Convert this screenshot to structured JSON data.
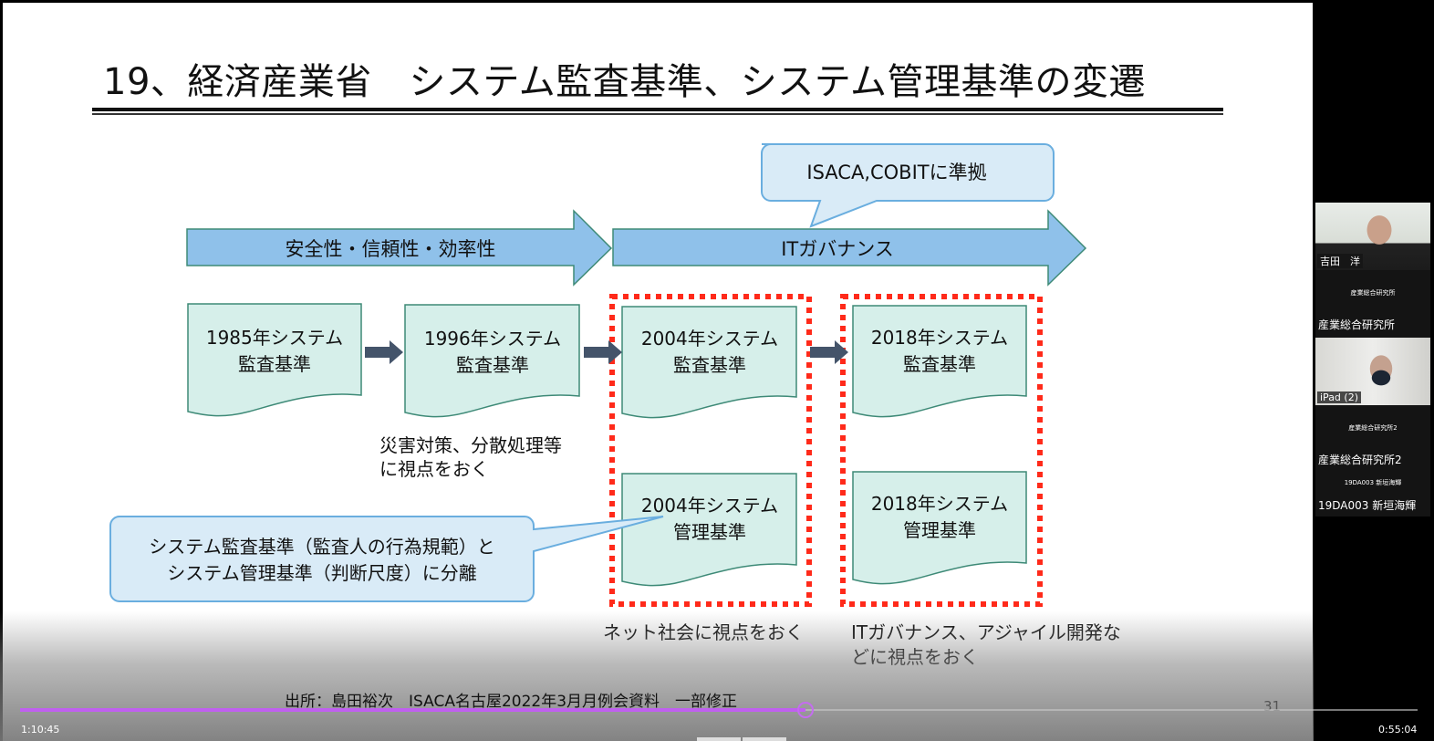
{
  "slide": {
    "title": "19、経済産業省　システム監査基準、システム管理基準の変遷",
    "callout_top": "ISACA,COBITに準拠",
    "arrows": [
      {
        "label": "安全性・信頼性・効率性"
      },
      {
        "label": "ITガバナンス"
      }
    ],
    "documents": {
      "d1985": {
        "line1": "1985年システム",
        "line2": "監査基準"
      },
      "d1996": {
        "line1": "1996年システム",
        "line2": "監査基準"
      },
      "d2004a": {
        "line1": "2004年システム",
        "line2": "監査基準"
      },
      "d2018a": {
        "line1": "2018年システム",
        "line2": "監査基準"
      },
      "d2004m": {
        "line1": "2004年システム",
        "line2": "管理基準"
      },
      "d2018m": {
        "line1": "2018年システム",
        "line2": "管理基準"
      }
    },
    "notes": {
      "n1996_line1": "災害対策、分散処理等",
      "n1996_line2": "に視点をおく",
      "n2004": "ネット社会に視点をおく",
      "n2018_line1": "ITガバナンス、アジャイル開発な",
      "n2018_line2": "どに視点をおく"
    },
    "callout_left": {
      "line1": "システム監査基準（監査人の行為規範）と",
      "line2": "システム管理基準（判断尺度）に分離"
    },
    "source": "出所：島田裕次　ISACA名古屋2022年3月月例会資料　一部修正",
    "page_number": "31",
    "colors": {
      "arrow_fill": "#8fc1ea",
      "doc_fill": "#d6efea",
      "doc_stroke": "#3e8a77",
      "dotted_frame": "#ff2a1a",
      "callout_fill": "#d9ebf7",
      "callout_stroke": "#6aaedf",
      "connector_arrow": "#44546a"
    }
  },
  "player": {
    "time_elapsed": "1:10:45",
    "time_remaining": "0:55:04",
    "progress_percent": 56.2,
    "progress_color": "#c060f0"
  },
  "participants": [
    {
      "type": "video",
      "label": "吉田　洋"
    },
    {
      "type": "name",
      "center_name": "産業総合研究所",
      "name": "産業総合研究所"
    },
    {
      "type": "video",
      "label": "iPad (2)"
    },
    {
      "type": "name",
      "center_name": "産業総合研究所2",
      "name": "産業総合研究所2"
    },
    {
      "type": "name",
      "center_name": "19DA003 新垣海輝",
      "name": "19DA003 新垣海輝"
    }
  ]
}
